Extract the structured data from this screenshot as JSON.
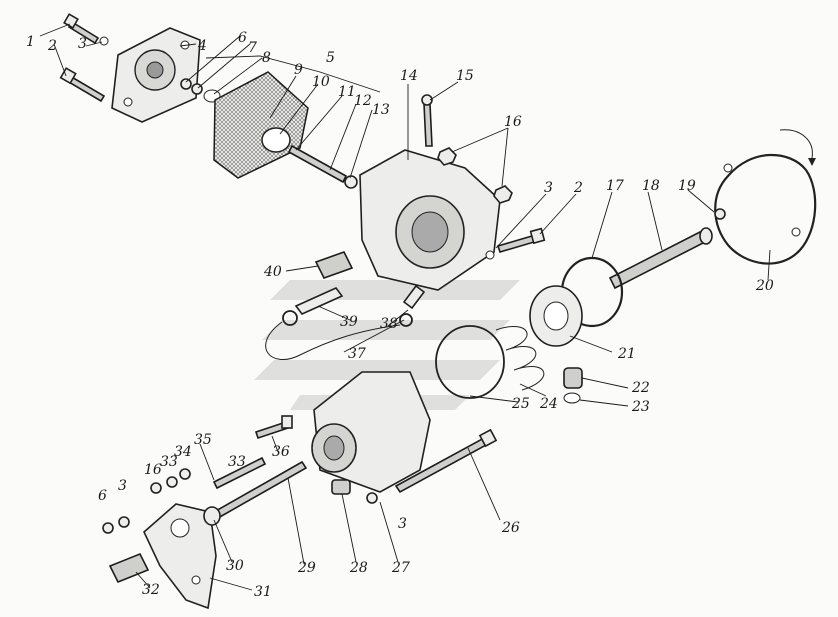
{
  "diagram": {
    "callouts": [
      {
        "id": "c1",
        "text": "1"
      },
      {
        "id": "c2a",
        "text": "2"
      },
      {
        "id": "c3a",
        "text": "3"
      },
      {
        "id": "c4",
        "text": "4"
      },
      {
        "id": "c5",
        "text": "5"
      },
      {
        "id": "c6a",
        "text": "6"
      },
      {
        "id": "c7",
        "text": "7"
      },
      {
        "id": "c8",
        "text": "8"
      },
      {
        "id": "c9",
        "text": "9"
      },
      {
        "id": "c10",
        "text": "10"
      },
      {
        "id": "c11",
        "text": "11"
      },
      {
        "id": "c12",
        "text": "12"
      },
      {
        "id": "c13",
        "text": "13"
      },
      {
        "id": "c14",
        "text": "14"
      },
      {
        "id": "c15",
        "text": "15"
      },
      {
        "id": "c16a",
        "text": "16"
      },
      {
        "id": "c3b",
        "text": "3"
      },
      {
        "id": "c2b",
        "text": "2"
      },
      {
        "id": "c17",
        "text": "17"
      },
      {
        "id": "c18",
        "text": "18"
      },
      {
        "id": "c19",
        "text": "19"
      },
      {
        "id": "c20",
        "text": "20"
      },
      {
        "id": "c21",
        "text": "21"
      },
      {
        "id": "c22",
        "text": "22"
      },
      {
        "id": "c23",
        "text": "23"
      },
      {
        "id": "c24",
        "text": "24"
      },
      {
        "id": "c25",
        "text": "25"
      },
      {
        "id": "c26",
        "text": "26"
      },
      {
        "id": "c27",
        "text": "27"
      },
      {
        "id": "c28",
        "text": "28"
      },
      {
        "id": "c29",
        "text": "29"
      },
      {
        "id": "c30",
        "text": "30"
      },
      {
        "id": "c31",
        "text": "31"
      },
      {
        "id": "c32",
        "text": "32"
      },
      {
        "id": "c33a",
        "text": "33"
      },
      {
        "id": "c34",
        "text": "34"
      },
      {
        "id": "c35",
        "text": "35"
      },
      {
        "id": "c36",
        "text": "36"
      },
      {
        "id": "c33b",
        "text": "33"
      },
      {
        "id": "c37",
        "text": "37"
      },
      {
        "id": "c38",
        "text": "38"
      },
      {
        "id": "c39",
        "text": "39"
      },
      {
        "id": "c40",
        "text": "40"
      },
      {
        "id": "c16b",
        "text": "16"
      },
      {
        "id": "c6b",
        "text": "6"
      },
      {
        "id": "c3c",
        "text": "3"
      },
      {
        "id": "c3d",
        "text": "3"
      }
    ]
  }
}
